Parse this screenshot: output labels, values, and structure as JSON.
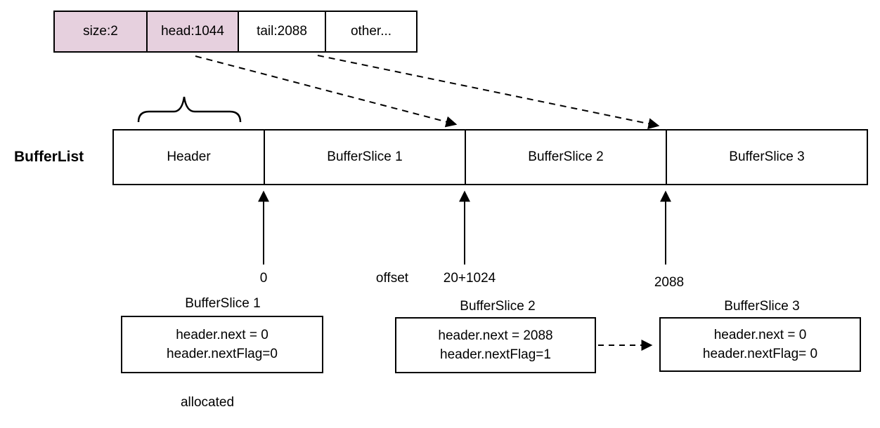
{
  "diagram": {
    "colors": {
      "highlight": "#e6d0de",
      "stroke": "#000000"
    },
    "header_table": {
      "cells": [
        {
          "label": "size:2",
          "highlighted": true
        },
        {
          "label": "head:1044",
          "highlighted": true
        },
        {
          "label": "tail:2088",
          "highlighted": false
        },
        {
          "label": "other...",
          "highlighted": false
        }
      ]
    },
    "buffer_list": {
      "label": "BufferList",
      "segments": [
        "Header",
        "BufferSlice 1",
        "BufferSlice 2",
        "BufferSlice 3"
      ]
    },
    "offsets": {
      "label": "offset",
      "values": [
        "0",
        "20+1024",
        "2088"
      ]
    },
    "slices": [
      {
        "title": "BufferSlice 1",
        "lines": [
          "header.next = 0",
          "header.nextFlag=0"
        ],
        "highlighted": true,
        "note": "allocated"
      },
      {
        "title": "BufferSlice 2",
        "lines": [
          "header.next = 2088",
          "header.nextFlag=1"
        ],
        "highlighted": false
      },
      {
        "title": "BufferSlice 3",
        "lines": [
          "header.next = 0",
          "header.nextFlag= 0"
        ],
        "highlighted": false
      }
    ]
  }
}
